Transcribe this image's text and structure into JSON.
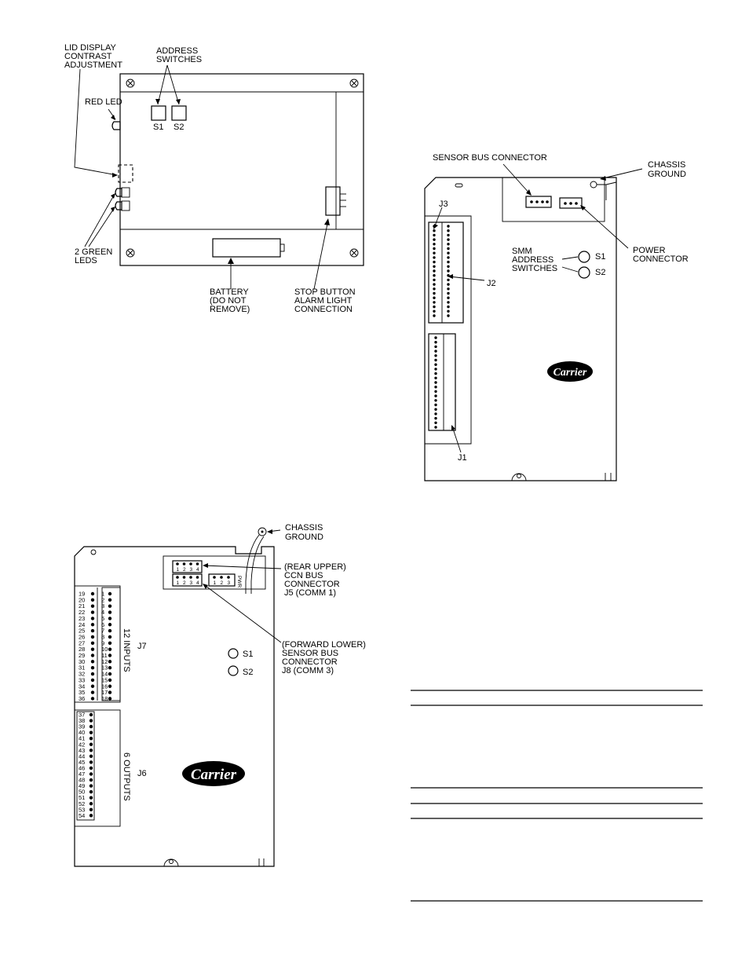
{
  "fig_lid": {
    "lid_contrast": [
      "LID DISPLAY",
      "CONTRAST",
      "ADJUSTMENT"
    ],
    "address_switches": [
      "ADDRESS",
      "SWITCHES"
    ],
    "red_led": "RED LED",
    "s1": "S1",
    "s2": "S2",
    "green_leds": [
      "2 GREEN",
      "LEDS"
    ],
    "battery": [
      "BATTERY",
      "(DO NOT",
      "REMOVE)"
    ],
    "stop_button": [
      "STOP BUTTON",
      "ALARM LIGHT",
      "CONNECTION"
    ]
  },
  "fig_smm": {
    "sensor_bus": "SENSOR BUS CONNECTOR",
    "chassis_ground": [
      "CHASSIS",
      "GROUND"
    ],
    "j3": "J3",
    "j2": "J2",
    "j1": "J1",
    "smm_address": [
      "SMM",
      "ADDRESS",
      "SWITCHES"
    ],
    "s1": "S1",
    "s2": "S2",
    "power_connector": [
      "POWER",
      "CONNECTOR"
    ],
    "logo": "Carrier"
  },
  "fig_board": {
    "chassis_ground": [
      "CHASSIS",
      "GROUND"
    ],
    "rear_upper": [
      "(REAR UPPER)",
      "CCN BUS",
      "CONNECTOR",
      "J5 (COMM 1)"
    ],
    "forward_lower": [
      "(FORWARD LOWER)",
      "SENSOR BUS",
      "CONNECTOR",
      "J8 (COMM 3)"
    ],
    "j7": "J7",
    "j6": "J6",
    "s1": "S1",
    "s2": "S2",
    "inputs": "12 INPUTS",
    "outputs": "6 OUTPUTS",
    "pwr": "PWR",
    "logo": "Carrier",
    "j7_left_pins": [
      "19",
      "20",
      "21",
      "22",
      "23",
      "24",
      "25",
      "26",
      "27",
      "28",
      "29",
      "30",
      "31",
      "32",
      "33",
      "34",
      "35",
      "36"
    ],
    "j7_right_pins": [
      "1",
      "2",
      "3",
      "4",
      "5",
      "6",
      "7",
      "8",
      "9",
      "10",
      "11",
      "12",
      "13",
      "14",
      "15",
      "16",
      "17",
      "18"
    ],
    "j6_pins": [
      "37",
      "38",
      "39",
      "40",
      "41",
      "42",
      "43",
      "44",
      "45",
      "46",
      "47",
      "48",
      "49",
      "50",
      "51",
      "52",
      "53",
      "54"
    ],
    "conn_top_pins": [
      "1",
      "2",
      "3",
      "4"
    ],
    "conn_bottom_pins": [
      "1",
      "2",
      "3",
      "4"
    ],
    "pwr_pins": [
      "1",
      "2",
      "3"
    ]
  }
}
